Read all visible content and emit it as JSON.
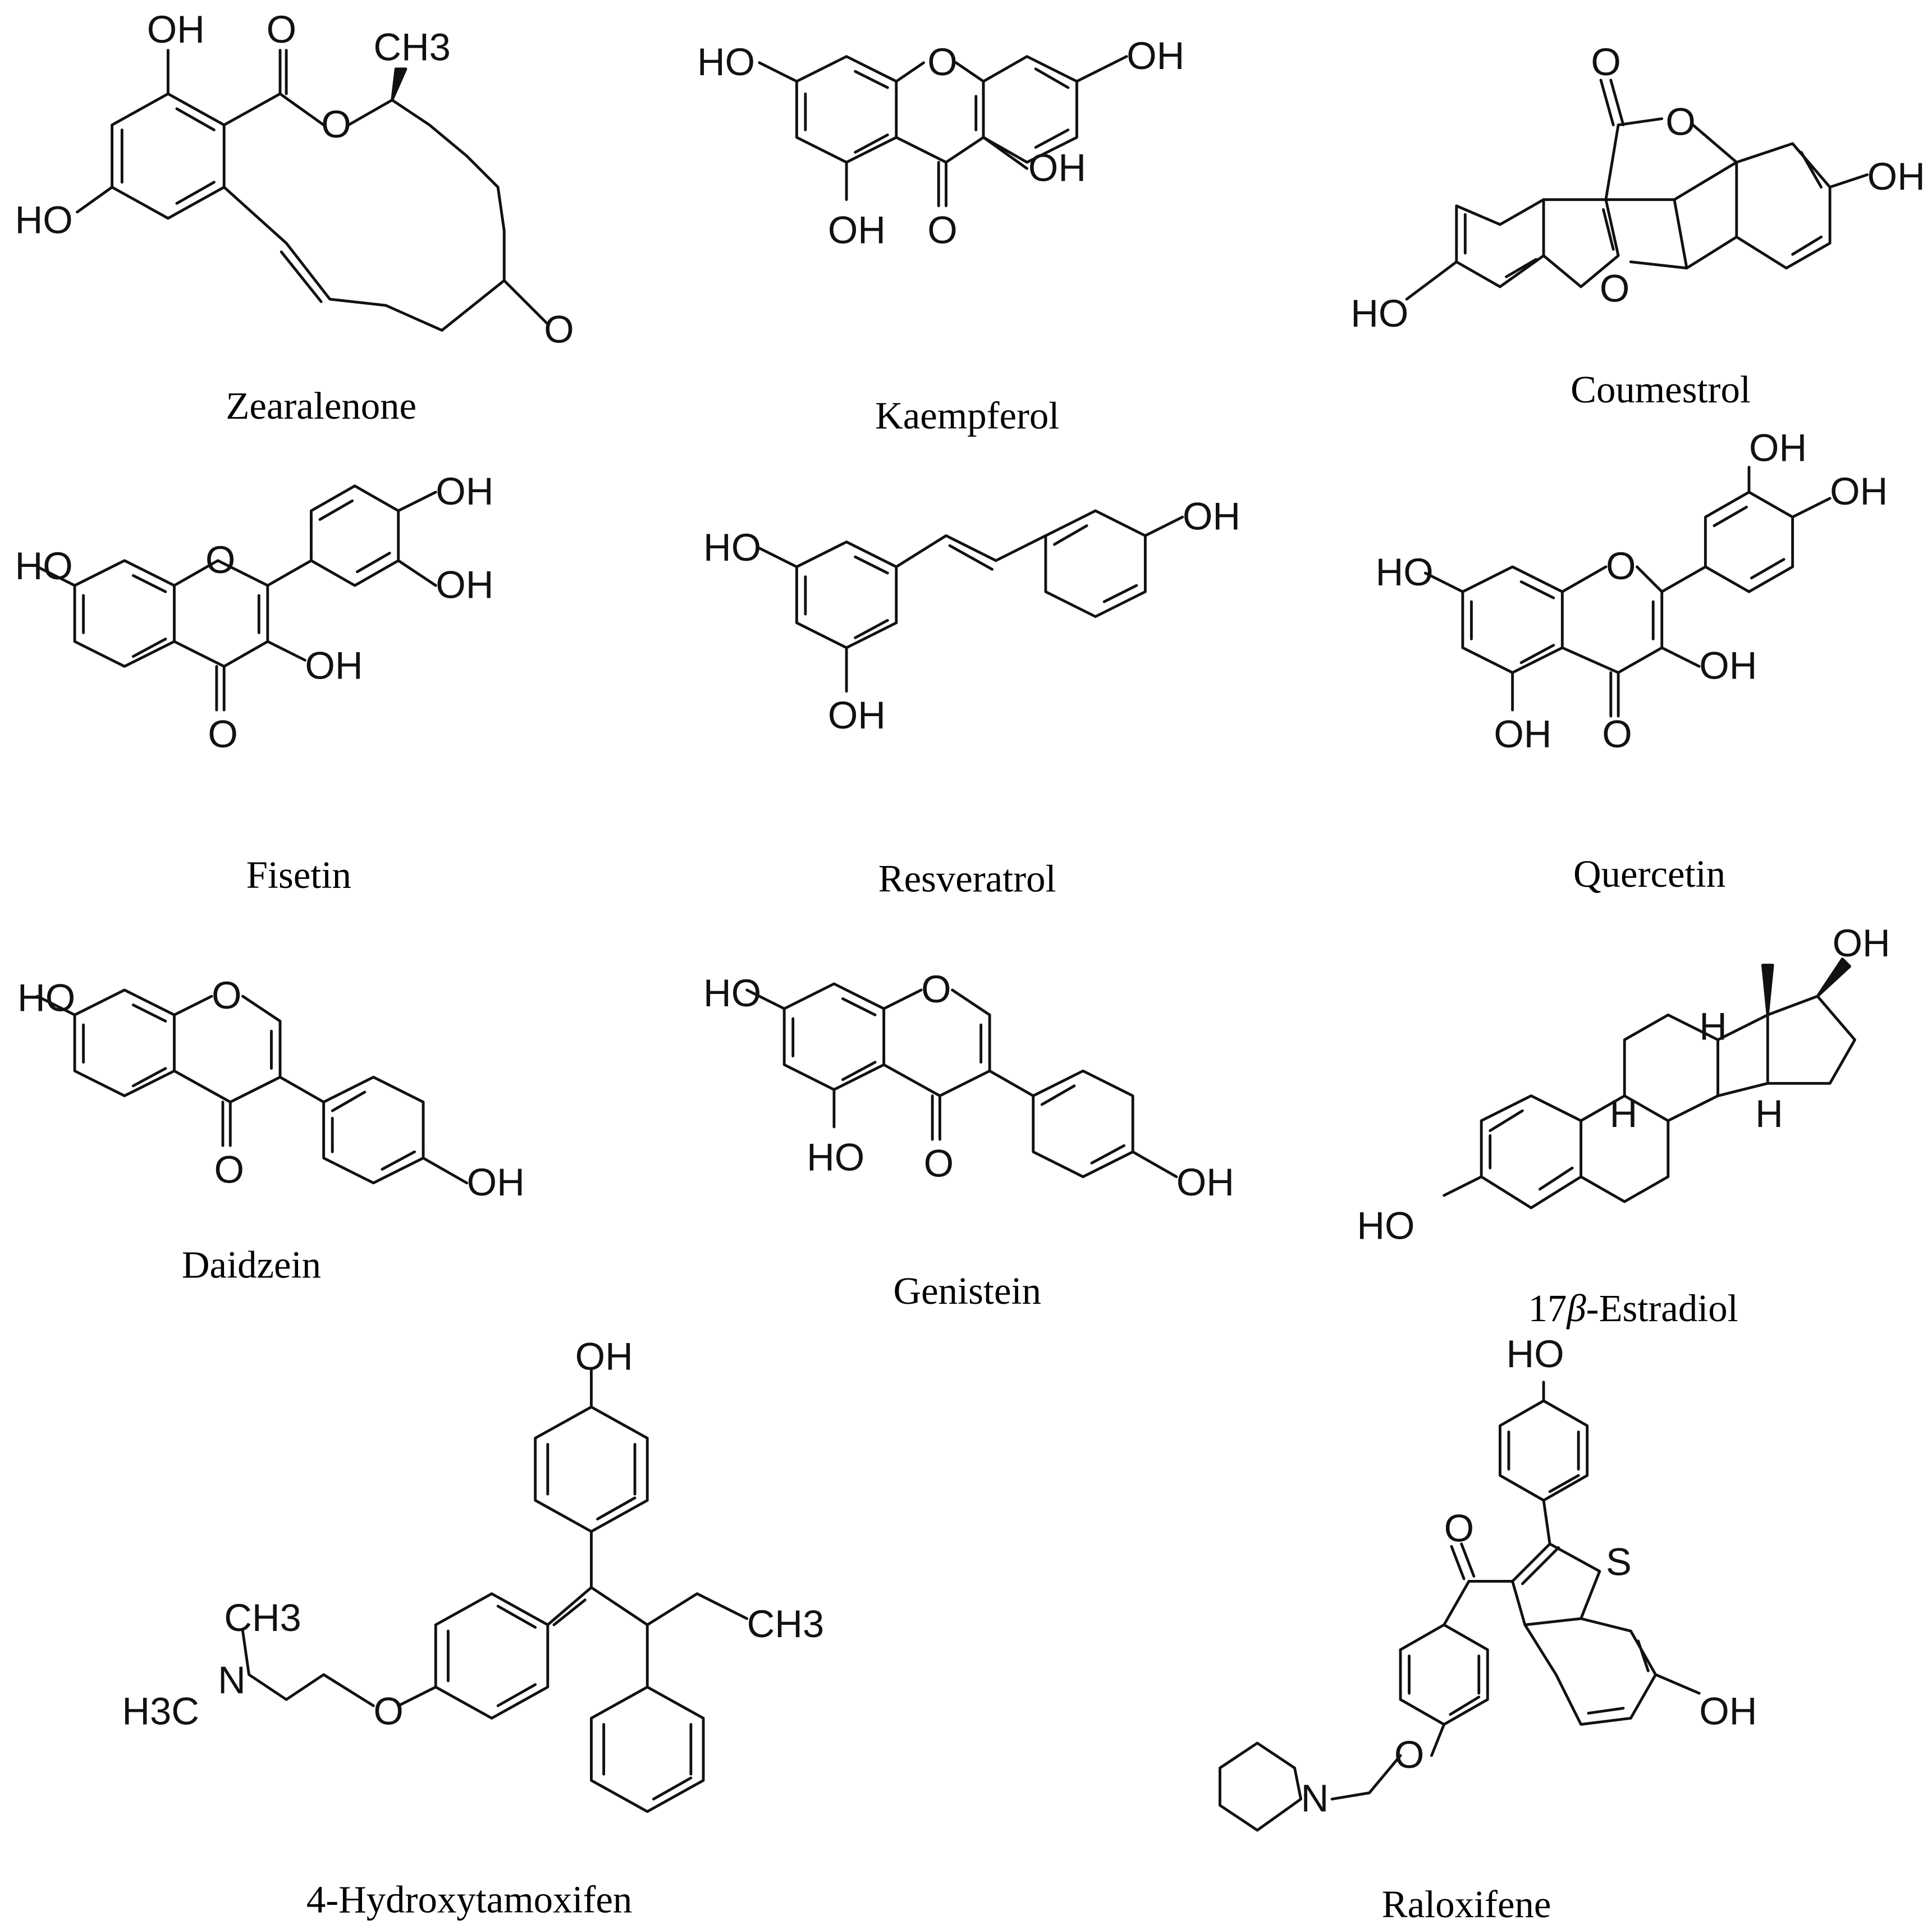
{
  "compounds": [
    {
      "key": "zearalenone",
      "name": "Zearalenone",
      "atoms": {
        "oh_top": "OH",
        "oh_left": "HO",
        "o_carbonyl": "O",
        "o_ring": "O",
        "ch3": "CH3",
        "o_ketone": "O"
      }
    },
    {
      "key": "kaempferol",
      "name": "Kaempferol",
      "atoms": {
        "ho_left": "HO",
        "o_ring": "O",
        "oh_top": "OH",
        "oh_3": "OH",
        "oh_5": "OH",
        "o_4": "O"
      }
    },
    {
      "key": "coumestrol",
      "name": "Coumestrol",
      "atoms": {
        "o_carbonyl": "O",
        "o_lactone": "O",
        "oh_right": "OH",
        "o_furan": "O",
        "ho_left": "HO"
      }
    },
    {
      "key": "fisetin",
      "name": "Fisetin",
      "atoms": {
        "ho_left": "HO",
        "o_ring": "O",
        "oh_top": "OH",
        "oh_mid": "OH",
        "oh_3": "OH",
        "o_4": "O"
      }
    },
    {
      "key": "resveratrol",
      "name": "Resveratrol",
      "atoms": {
        "ho_left": "HO",
        "oh_top": "OH",
        "oh_bottom": "OH"
      }
    },
    {
      "key": "quercetin",
      "name": "Quercetin",
      "atoms": {
        "ho_left": "HO",
        "o_ring": "O",
        "oh_top1": "OH",
        "oh_top2": "OH",
        "oh_3": "OH",
        "oh_5": "OH",
        "o_4": "O"
      }
    },
    {
      "key": "daidzein",
      "name": "Daidzein",
      "atoms": {
        "ho_left": "HO",
        "o_ring": "O",
        "o_4": "O",
        "oh_right": "OH"
      }
    },
    {
      "key": "genistein",
      "name": "Genistein",
      "atoms": {
        "ho_left": "HO",
        "o_ring": "O",
        "ho_5": "HO",
        "o_4": "O",
        "oh_right": "OH"
      }
    },
    {
      "key": "estradiol",
      "name_prefix": "17",
      "name_greek": "β",
      "name_suffix": "-Estradiol",
      "atoms": {
        "oh_top": "OH",
        "h_1": "H",
        "h_2": "H",
        "h_3": "H",
        "ho_left": "HO"
      }
    },
    {
      "key": "hydroxytamoxifen",
      "name": "4-Hydroxytamoxifen",
      "atoms": {
        "oh_top": "OH",
        "ch3_top": "CH3",
        "n": "N",
        "h3c": "H3C",
        "o_ether": "O",
        "ch3_ethyl": "CH3"
      }
    },
    {
      "key": "raloxifene",
      "name": "Raloxifene",
      "atoms": {
        "ho_top": "HO",
        "o_ketone": "O",
        "s": "S",
        "oh_right": "OH",
        "o_ether": "O",
        "n": "N"
      }
    }
  ]
}
